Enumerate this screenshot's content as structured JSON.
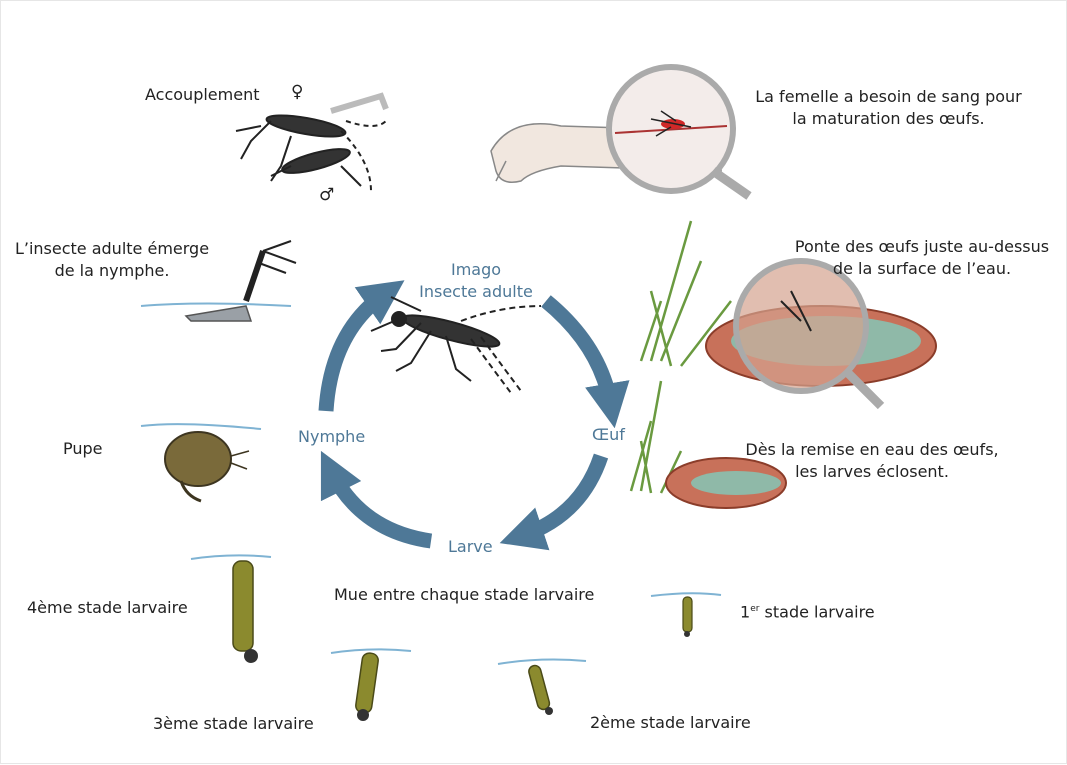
{
  "colors": {
    "cycle_arrow": "#4e7897",
    "cycle_text": "#4e7897",
    "label_text": "#222222",
    "water_line": "#7fb3d3",
    "larva": "#8b8a2e",
    "pupa": "#7a6a3a",
    "container": "#c8715a",
    "container_water": "#8fb9a8",
    "skin": "#f1e7df",
    "grass": "#6a9a40"
  },
  "cycle": {
    "imago_line1": "Imago",
    "imago_line2": "Insecte adulte",
    "egg": "Œuf",
    "larva": "Larve",
    "nymph": "Nymphe"
  },
  "labels": {
    "mating": "Accouplement",
    "female_symbol": "♀",
    "male_symbol": "♂",
    "blood_line1": "La femelle a besoin de sang pour",
    "blood_line2": "la maturation des œufs.",
    "laying_line1": "Ponte des œufs juste au-dessus",
    "laying_line2": "de la surface de l’eau.",
    "hatch_line1": "Dès la remise en eau des œufs,",
    "hatch_line2": "les larves éclosent.",
    "emerge_line1": "L’insecte adulte émerge",
    "emerge_line2": "de la nymphe.",
    "pupa": "Pupe",
    "molt": "Mue entre chaque stade larvaire",
    "stage1_num": "1",
    "stage1_sup": "er",
    "stage1_rest": " stade larvaire",
    "stage2": "2ème stade larvaire",
    "stage3": "3ème stade larvaire",
    "stage4": "4ème stade larvaire"
  }
}
